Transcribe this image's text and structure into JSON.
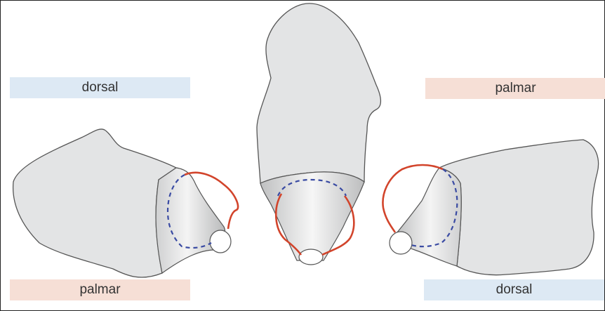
{
  "labels": {
    "top_left": "dorsal",
    "top_right": "palmar",
    "bottom_left": "palmar",
    "bottom_right": "dorsal"
  },
  "colors": {
    "bone_fill": "#e3e4e5",
    "bone_stroke": "#555555",
    "articular_outline": "#d2442b",
    "dashed_outline": "#3a4ba3",
    "dorsal_bg": "#dde9f4",
    "palmar_bg": "#f6dfd6"
  }
}
